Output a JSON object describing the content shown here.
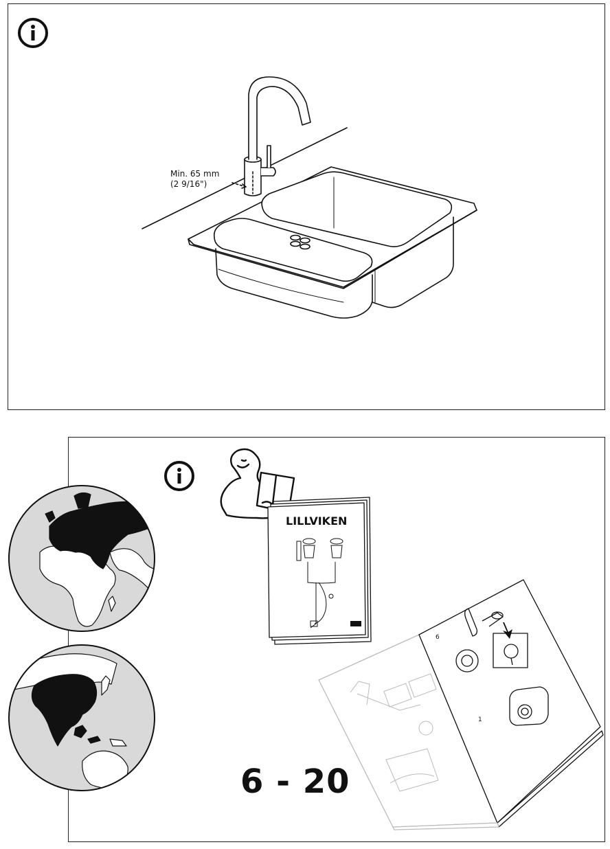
{
  "top_panel": {
    "measurement": {
      "line1": "Min. 65 mm",
      "line2": "(2 9/16\")"
    }
  },
  "bottom_panel": {
    "booklet_title": "LILLVIKEN",
    "page_range": "6 - 20",
    "booklet_page_left": "6",
    "booklet_page_right": "1"
  },
  "icons": {
    "info": "info-icon",
    "reader": "person-reading-icon",
    "globe_europe": "globe-europe-africa-icon",
    "globe_asia": "globe-asia-oceania-icon"
  },
  "colors": {
    "line": "#111111",
    "globe_ocean": "#d9d9d9",
    "highlight_land": "#111111"
  }
}
